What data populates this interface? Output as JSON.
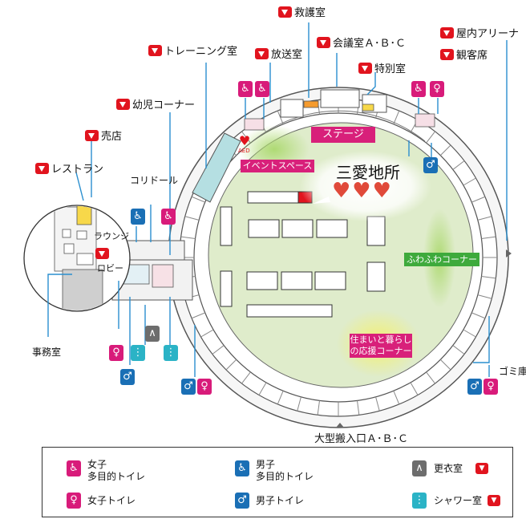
{
  "labels": {
    "emergency_room": "救護室",
    "training_room": "トレーニング室",
    "broadcast_room": "放送室",
    "meeting_rooms": "会議室Ａ･Ｂ･Ｃ",
    "special_room": "特別室",
    "indoor_arena": "屋内アリーナ",
    "seating": "観客席",
    "kids_corner": "幼児コーナー",
    "shop": "売店",
    "restaurant": "レストラン",
    "corridor": "コリドール",
    "lounge": "ラウンジ",
    "lobby": "ロビー",
    "office": "事務室",
    "garbage": "ゴミ庫",
    "loading_entrance": "大型搬入口Ａ･Ｂ･Ｃ",
    "stage": "ステージ",
    "event_space": "イベントスペース",
    "fuwafuwa_corner": "ふわふわコーナー",
    "housing_line1": "住まいと暮らし",
    "housing_line2": "の応援コーナー",
    "mie_title": "三愛地所",
    "aed": "AED"
  },
  "legend": {
    "women_multi_line1": "女子",
    "women_multi_line2": "多目的トイレ",
    "men_multi_line1": "男子",
    "men_multi_line2": "多目的トイレ",
    "changing_room": "更衣室",
    "women_toilet": "女子トイレ",
    "men_toilet": "男子トイレ",
    "shower_room": "シャワー室"
  },
  "colors": {
    "marker_red": "#e1141e",
    "women_pink": "#d81b7a",
    "men_blue": "#1a6fb5",
    "leader_line_blue": "#2a8fcf",
    "floor_green": "#dfeccb",
    "magenta_label": "#d8207a",
    "green_label": "#3eaa3c"
  },
  "icons": {
    "marker": "red-down-triangle-icon",
    "women_multi": "wheelchair-pink-icon",
    "men_multi": "wheelchair-blue-icon",
    "women": "woman-pink-icon",
    "men": "man-blue-icon",
    "changing": "hanger-gray-icon",
    "shower": "shower-cyan-icon",
    "hearts": "heart-face-icon"
  }
}
